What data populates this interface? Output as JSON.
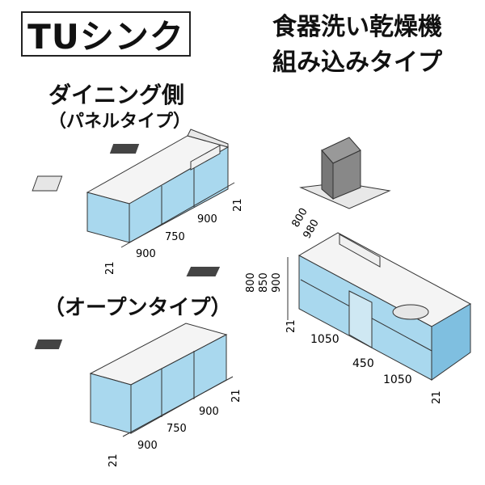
{
  "header": {
    "title": "TUシンク",
    "subtitle_line1": "食器洗い乾燥機",
    "subtitle_line2": "組み込みタイプ"
  },
  "dining": {
    "title": "ダイニング側",
    "panel_type": "（パネルタイプ）",
    "open_type": "（オープンタイプ）",
    "dims": [
      "21",
      "900",
      "750",
      "900",
      "21"
    ]
  },
  "kitchen": {
    "depth_dims": [
      "800",
      "980"
    ],
    "height_dims": [
      "800",
      "850",
      "900"
    ],
    "width_dims": [
      "21",
      "1050",
      "450",
      "1050",
      "21"
    ]
  },
  "colors": {
    "cabinet_front": "#a9d8ee",
    "cabinet_dark": "#7fbfe0",
    "countertop": "#f4f4f4",
    "outline": "#333333"
  }
}
